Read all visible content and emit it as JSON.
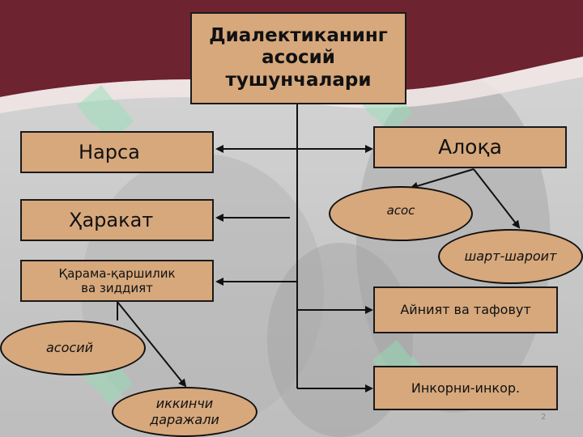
{
  "title": "Диалектиканинг\nасосий\nтушунчалари",
  "left_boxes": {
    "narsa": "Нарса",
    "harakat": "Ҳаракат",
    "qarama": "Қарама-қаршилик\nва зиддият"
  },
  "right_boxes": {
    "aloqa": "Алоқа",
    "ayniyat": "Айният ва тафовут",
    "inkor": "Инкорни-инкор."
  },
  "ovals": {
    "asos": "асос",
    "shart": "шарт-шароит",
    "asosiy": "асосий",
    "ikkinchi": "иккинчи\nдаражали"
  },
  "slide_number": "2",
  "colors": {
    "box_fill": "#d6a87c",
    "header_band": "#6e2330",
    "watermark": "#8fe0b4"
  }
}
